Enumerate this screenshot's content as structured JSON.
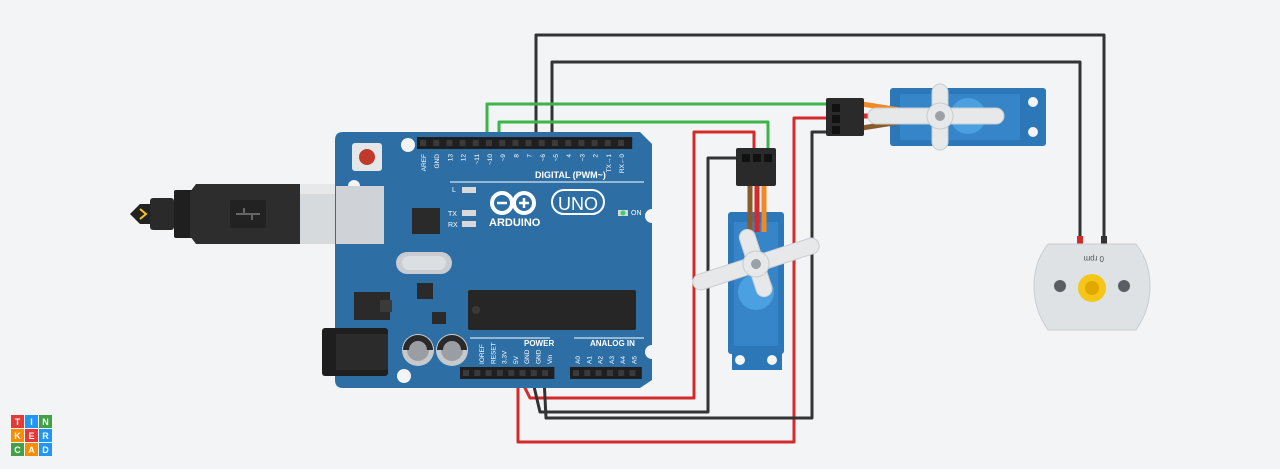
{
  "board": {
    "brand": "ARDUINO",
    "model": "UNO",
    "on_label": "ON",
    "digital_header": "DIGITAL (PWM~)",
    "power_header": "POWER",
    "analog_header": "ANALOG IN",
    "led_l": "L",
    "led_tx": "TX",
    "led_rx": "RX",
    "digital_pins": [
      "AREF",
      "GND",
      "13",
      "12",
      "~11",
      "~10",
      "~9",
      "8",
      "7",
      "~6",
      "~5",
      "4",
      "~3",
      "2",
      "TX→1",
      "RX←0"
    ],
    "power_pins": [
      "IOREF",
      "RESET",
      "3.3V",
      "5V",
      "GND",
      "GND",
      "Vin"
    ],
    "analog_pins": [
      "A0",
      "A1",
      "A2",
      "A3",
      "A4",
      "A5"
    ]
  },
  "motor": {
    "rpm_label": "0 rpm"
  },
  "logo": {
    "letters": [
      "T",
      "I",
      "N",
      "K",
      "E",
      "R",
      "C",
      "A",
      "D"
    ]
  },
  "colors": {
    "board": "#2d6fa5",
    "wire_black": "#333333",
    "wire_red": "#d42a2a",
    "wire_green": "#3bb54a",
    "servo_body": "#2c77b8",
    "logo": [
      "#e53935",
      "#2196f3",
      "#43a047",
      "#fb8c00",
      "#e53935",
      "#2196f3",
      "#43a047",
      "#fb8c00",
      "#2196f3"
    ]
  }
}
